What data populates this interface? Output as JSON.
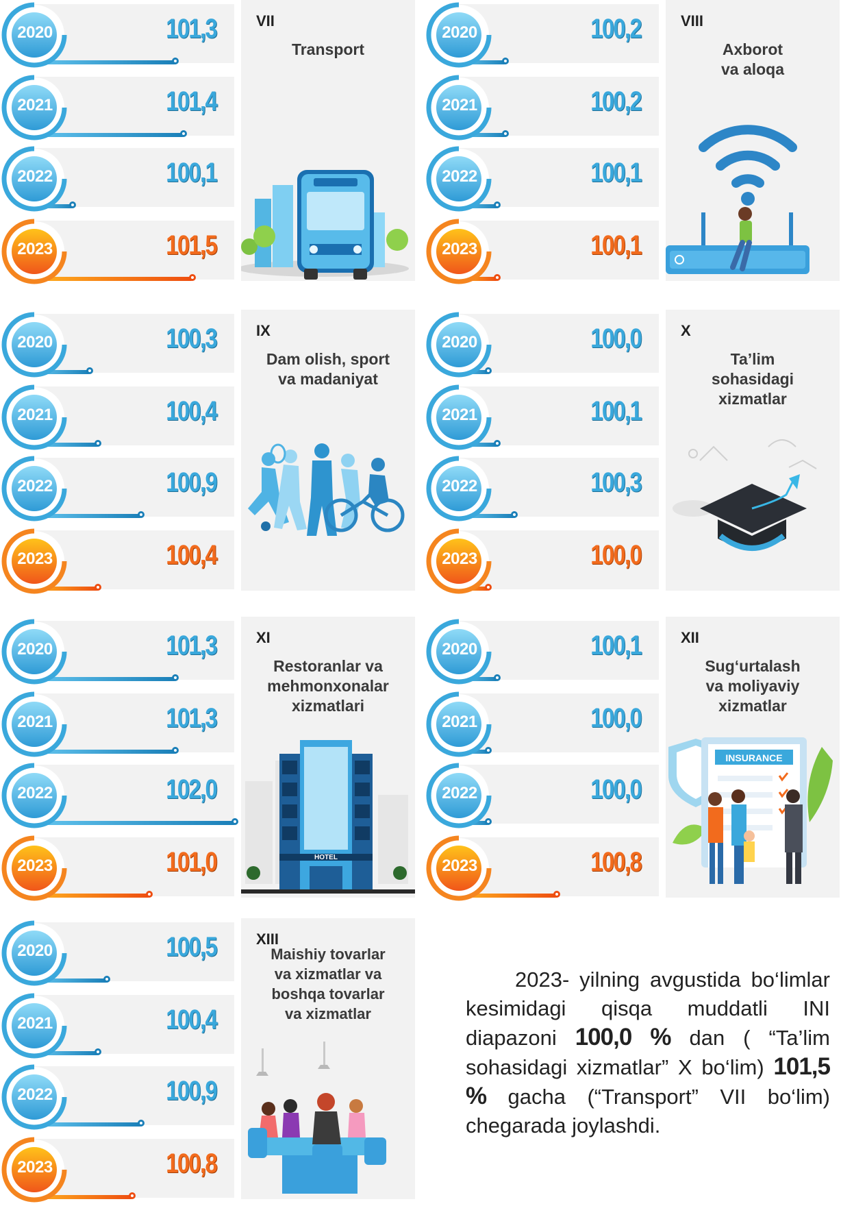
{
  "colors": {
    "blue": "#3aa8dc",
    "orange": "#f26b1d",
    "card_bg": "#f2f2f2"
  },
  "chart_data": {
    "type": "bar",
    "categories": [
      "2020",
      "2021",
      "2022",
      "2023"
    ],
    "value_range": [
      100.0,
      102.0
    ],
    "sections": [
      {
        "roman": "VII",
        "title": "Transport",
        "icon": "bus-icon",
        "values": [
          "101,3",
          "101,4",
          "100,1",
          "101,5"
        ],
        "numeric": [
          101.3,
          101.4,
          100.1,
          101.5
        ]
      },
      {
        "roman": "VIII",
        "title": "Axborot\nva aloqa",
        "icon": "wifi-router-icon",
        "values": [
          "100,2",
          "100,2",
          "100,1",
          "100,1"
        ],
        "numeric": [
          100.2,
          100.2,
          100.1,
          100.1
        ]
      },
      {
        "roman": "IX",
        "title": "Dam olish, sport\nva madaniyat",
        "icon": "sport-icon",
        "values": [
          "100,3",
          "100,4",
          "100,9",
          "100,4"
        ],
        "numeric": [
          100.3,
          100.4,
          100.9,
          100.4
        ]
      },
      {
        "roman": "X",
        "title": "Ta’lim\nsohasidagi\nxizmatlar",
        "icon": "graduation-cap-icon",
        "values": [
          "100,0",
          "100,1",
          "100,3",
          "100,0"
        ],
        "numeric": [
          100.0,
          100.1,
          100.3,
          100.0
        ]
      },
      {
        "roman": "XI",
        "title": "Restoranlar va\nmehmonxonalar\nxizmatlari",
        "icon": "hotel-icon",
        "icon_text": "HOTEL",
        "values": [
          "101,3",
          "101,3",
          "102,0",
          "101,0"
        ],
        "numeric": [
          101.3,
          101.3,
          102.0,
          101.0
        ]
      },
      {
        "roman": "XII",
        "title": "Sug‘urtalash\nva moliyaviy\nxizmatlar",
        "icon": "insurance-icon",
        "icon_text": "INSURANCE",
        "values": [
          "100,1",
          "100,0",
          "100,0",
          "100,8"
        ],
        "numeric": [
          100.1,
          100.0,
          100.0,
          100.8
        ]
      },
      {
        "roman": "XIII",
        "title": "Maishiy tovarlar\nva xizmatlar va\nboshqa tovarlar\nva xizmatlar",
        "icon": "salon-icon",
        "values": [
          "100,5",
          "100,4",
          "100,9",
          "100,8"
        ],
        "numeric": [
          100.5,
          100.4,
          100.9,
          100.8
        ]
      }
    ]
  },
  "summary": {
    "p1": "2023- yilning avgustida bo‘limlar kesimidagi qisqa muddatli INI diapazoni ",
    "n1": "100,0 %",
    "p2": " dan ( “Ta’lim sohasidagi xizmatlar” X bo‘lim) ",
    "n2": "101,5 %",
    "p3": " gacha (“Transport” VII bo‘lim) chegarada joylashdi."
  }
}
